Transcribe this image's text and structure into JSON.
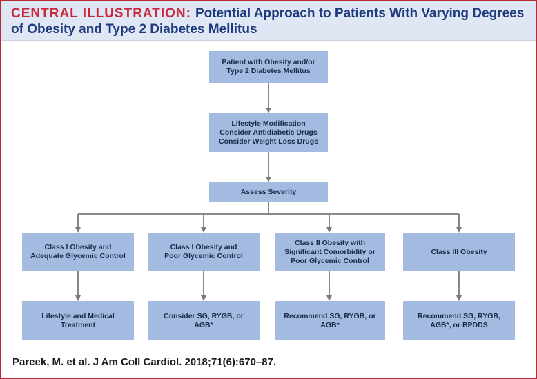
{
  "header": {
    "title_prefix": "CENTRAL ILLUSTRATION:",
    "title": "Potential Approach to Patients With Varying Degrees of Obesity and Type 2 Diabetes Mellitus"
  },
  "flowchart": {
    "start": "Patient with Obesity and/or\nType 2 Diabetes Mellitus",
    "lifestyle": "Lifestyle Modification\nConsider Antidiabetic Drugs\nConsider Weight Loss Drugs",
    "assess": "Assess Severity",
    "branches": [
      {
        "condition": "Class I Obesity and\nAdequate Glycemic Control",
        "recommendation": "Lifestyle and Medical\nTreatment"
      },
      {
        "condition": "Class I Obesity and\nPoor Glycemic Control",
        "recommendation": "Consider SG, RYGB, or\nAGB*"
      },
      {
        "condition": "Class II Obesity with\nSignificant Comorbidity or\nPoor Glycemic Control",
        "recommendation": "Recommend SG, RYGB, or\nAGB*"
      },
      {
        "condition": "Class III Obesity",
        "recommendation": "Recommend SG, RYGB,\nAGB*, or BPDDS"
      }
    ]
  },
  "citation": "Pareek, M. et al. J Am Coll Cardiol. 2018;71(6):670–87.",
  "colors": {
    "frame": "#b52a37",
    "header_bg": "#dfe6f4",
    "title_prefix": "#c9283a",
    "title": "#1f3a7d",
    "box": "#a3bbe0",
    "connector": "#7a7a7a"
  }
}
